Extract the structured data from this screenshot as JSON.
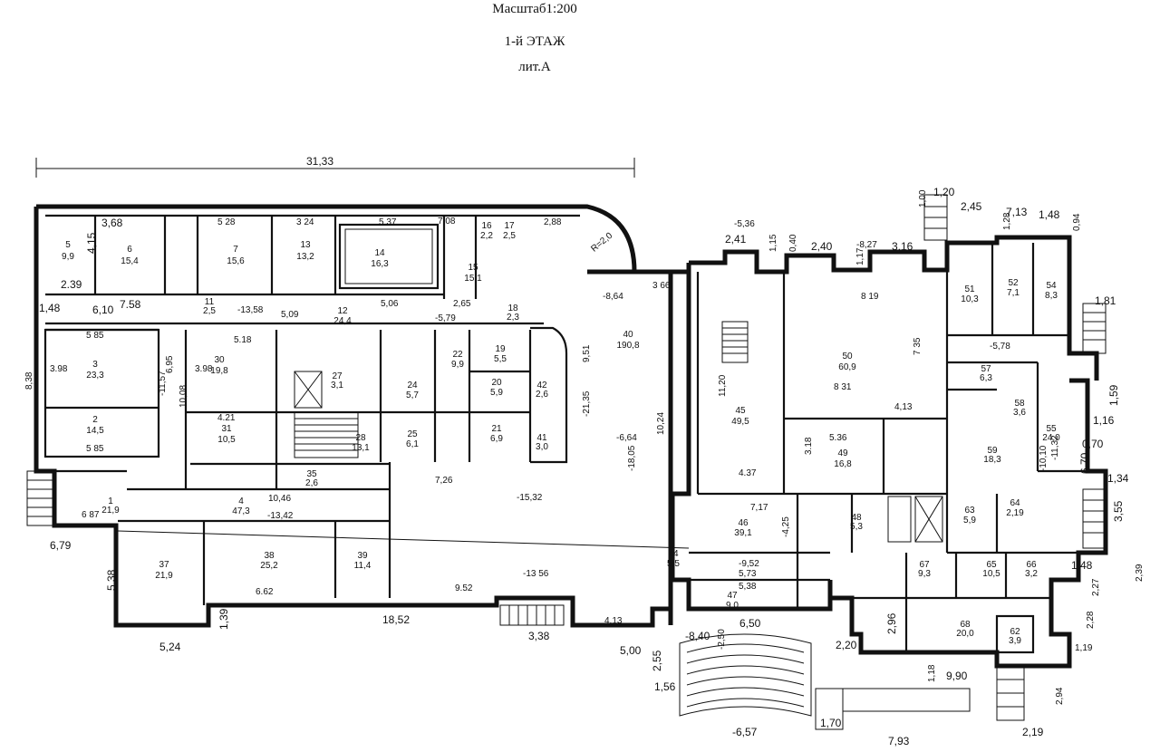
{
  "header": {
    "scale": "Масштаб1:200",
    "floor": "1-й ЭТАЖ",
    "letter": "лит.А"
  },
  "overall_dimension": "31,33",
  "rooms": [
    {
      "id": "r5",
      "number": "5",
      "area": "9,9"
    },
    {
      "id": "r6",
      "number": "6",
      "area": "15,4"
    },
    {
      "id": "r7",
      "number": "7",
      "area": "15,6"
    },
    {
      "id": "r13",
      "number": "13",
      "area": "13,2"
    },
    {
      "id": "r14",
      "number": "14",
      "area": "16,3"
    },
    {
      "id": "r15",
      "number": "15",
      "area": "15,1"
    },
    {
      "id": "r16",
      "number": "16",
      "area": "2,2"
    },
    {
      "id": "r17",
      "number": "17",
      "area": "2,5"
    },
    {
      "id": "r3",
      "number": "3",
      "area": "23,3"
    },
    {
      "id": "r2",
      "number": "2",
      "area": "14,5"
    },
    {
      "id": "r11",
      "number": "11",
      "area": "2,5"
    },
    {
      "id": "r12",
      "number": "12",
      "area": "24,4"
    },
    {
      "id": "r30",
      "number": "30",
      "area": "19,8"
    },
    {
      "id": "r31",
      "number": "31",
      "area": "10,5"
    },
    {
      "id": "r27",
      "number": "27",
      "area": "3,1"
    },
    {
      "id": "r28",
      "number": "28",
      "area": "13,1"
    },
    {
      "id": "r24",
      "number": "24",
      "area": "5,7"
    },
    {
      "id": "r25",
      "number": "25",
      "area": "6,1"
    },
    {
      "id": "r22",
      "number": "22",
      "area": "9,9"
    },
    {
      "id": "r19",
      "number": "19",
      "area": "5,5"
    },
    {
      "id": "r20",
      "number": "20",
      "area": "5,9"
    },
    {
      "id": "r21",
      "number": "21",
      "area": "6,9"
    },
    {
      "id": "r41",
      "number": "41",
      "area": "3,0"
    },
    {
      "id": "r42",
      "number": "42",
      "area": "2,6"
    },
    {
      "id": "r18",
      "number": "18",
      "area": "2,3"
    },
    {
      "id": "r40",
      "number": "40",
      "area": "190,8"
    },
    {
      "id": "r1",
      "number": "1",
      "area": "21,9"
    },
    {
      "id": "r4",
      "number": "4",
      "area": "47,3"
    },
    {
      "id": "r35",
      "number": "35",
      "area": "2,6"
    },
    {
      "id": "r37",
      "number": "37",
      "area": "21,9"
    },
    {
      "id": "r38",
      "number": "38",
      "area": "25,2"
    },
    {
      "id": "r39",
      "number": "39",
      "area": "11,4"
    },
    {
      "id": "r45",
      "number": "45",
      "area": "49,5"
    },
    {
      "id": "r46",
      "number": "46",
      "area": "39,1"
    },
    {
      "id": "r47",
      "number": "47",
      "area": "9,0"
    },
    {
      "id": "r44",
      "number": "44",
      "area": "5,5"
    },
    {
      "id": "r48",
      "number": "48",
      "area": "5,3"
    },
    {
      "id": "r50",
      "number": "50",
      "area": "60,9"
    },
    {
      "id": "r49",
      "number": "49",
      "area": "16,8"
    },
    {
      "id": "r51",
      "number": "51",
      "area": "10,3"
    },
    {
      "id": "r52",
      "number": "52",
      "area": "7,1"
    },
    {
      "id": "r54",
      "number": "54",
      "area": "8,3"
    },
    {
      "id": "r57",
      "number": "57",
      "area": "6,3"
    },
    {
      "id": "r58",
      "number": "58",
      "area": "3,6"
    },
    {
      "id": "r55",
      "number": "55",
      "area": "24,0"
    },
    {
      "id": "r59",
      "number": "59",
      "area": "18,3"
    },
    {
      "id": "r63",
      "number": "63",
      "area": "5,9"
    },
    {
      "id": "r64",
      "number": "64",
      "area": "2,19"
    },
    {
      "id": "r67",
      "number": "67",
      "area": "9,3"
    },
    {
      "id": "r65",
      "number": "65",
      "area": "10,5"
    },
    {
      "id": "r66",
      "number": "66",
      "area": "3,2"
    },
    {
      "id": "r68",
      "number": "68",
      "area": "20,0"
    },
    {
      "id": "r62",
      "number": "62",
      "area": "3,9"
    }
  ],
  "dimensions": {
    "d1": "3,68",
    "d2": "5 28",
    "d3": "3 24",
    "d4": "5.37",
    "d5": "7,08",
    "d6": "2,88",
    "d7": "4,15",
    "d8": "2.39",
    "d9": "6,10",
    "d10": "7.58",
    "d11": "1,48",
    "d12": "5 85",
    "d13": "3.98",
    "d14": "8,38",
    "d15": "-11,57",
    "d16": "6,95",
    "d17": "10,08",
    "d18": "5 85",
    "d19": "5.18",
    "d20": "3.98",
    "d21": "4.21",
    "d22": "-13,58",
    "d23": "5,09",
    "d24": "5,06",
    "d25": "-5,79",
    "d26": "2,65",
    "d27": "9,51",
    "d28": "-8,64",
    "d29": "3 66",
    "d30": "-21,35",
    "d31": "-6,64",
    "d32": "-18,05",
    "d33": "10,24",
    "d34": "7,26",
    "d35": "-15,32",
    "d36": "10,46",
    "d37": "-13,42",
    "d38": "6 87",
    "d39": "6,79",
    "d40": "5,38",
    "d41": "5,24",
    "d42": "1,39",
    "d43": "18,52",
    "d44": "3,38",
    "d45": "-13 56",
    "d46": "9.52",
    "d47": "6.62",
    "d48": "4.13",
    "d49": "5,00",
    "d50": "2,55",
    "d51": "1,56",
    "d52": "-8,40",
    "d53": "6,50",
    "d54": "-2,50",
    "d55": "-6,57",
    "d56": "-5,36",
    "d57": "2,41",
    "d58": "1,15",
    "d59": "0,40",
    "d60": "2,40",
    "d61": "-8,27",
    "d62": "3,16",
    "d63": "1,17",
    "d64": "1,00",
    "d65": "1,20",
    "d66": "2,45",
    "d67": "7,13",
    "d68": "1,48",
    "d69": "0,94",
    "d70": "1,28",
    "d71": "11,20",
    "d72": "4.37",
    "d73": "8 19",
    "d74": "7 35",
    "d75": "8 31",
    "d76": "4,13",
    "d77": "5.36",
    "d78": "3.18",
    "d79": "7,17",
    "d80": "-4,25",
    "d81": "-9,52",
    "d82": "5,73",
    "d83": "5,38",
    "d84": "1,81",
    "d85": "1,59",
    "d86": "1,16",
    "d87": "0,70",
    "d88": "6,70",
    "d89": "1,34",
    "d90": "3,55",
    "d91": "1,48",
    "d92": "2,39",
    "d93": "2,27",
    "d94": "2,28",
    "d95": "1,19",
    "d96": "9,90",
    "d97": "1,18",
    "d98": "7,93",
    "d99": "1,70",
    "d100": "2,94",
    "d101": "2,19",
    "d102": "2,20",
    "d103": "2,96",
    "d104": "-5,78",
    "d105": "-10,10",
    "d106": "-11,32",
    "d107": "R=2,0"
  }
}
